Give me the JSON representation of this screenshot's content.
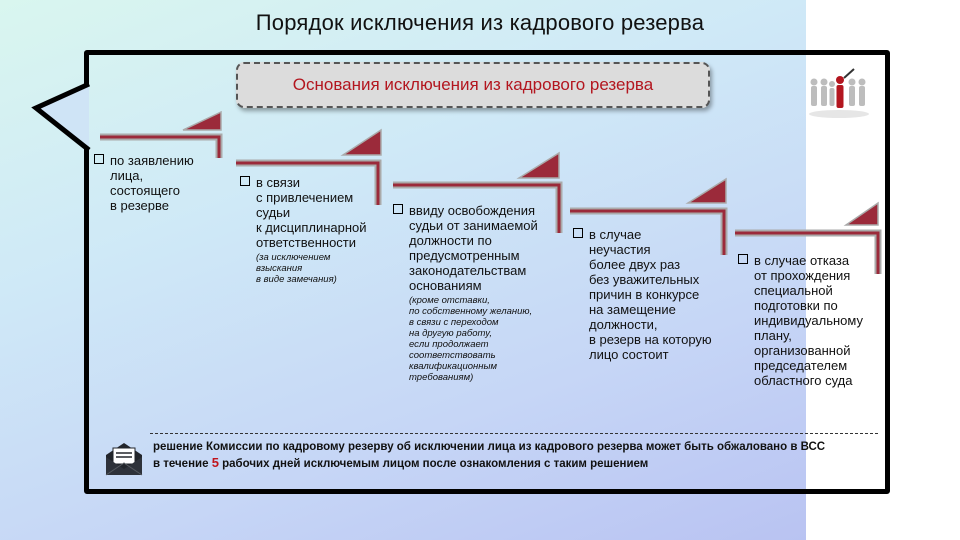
{
  "title": "Порядок исключения из кадрового резерва",
  "banner": "Основания исключения из кадрового резерва",
  "steps": [
    {
      "lines": [
        "по заявлению",
        "лица,",
        "состоящего",
        "в резерве"
      ],
      "note": ""
    },
    {
      "lines": [
        "в связи",
        "с привлечением",
        "судьи",
        "к дисциплинарной",
        "ответственности"
      ],
      "note_lines": [
        "(за исключением",
        "взыскания",
        "в виде замечания)"
      ]
    },
    {
      "lines": [
        "ввиду освобождения",
        "судьи от занимаемой",
        "должности по",
        "предусмотренным",
        "законодательствам",
        "основаниям"
      ],
      "note_lines": [
        "(кроме отставки,",
        "по собственному желанию,",
        "в связи с переходом",
        "на другую работу,",
        "если продолжает",
        "соответствовать",
        "квалификационным",
        "требованиям)"
      ]
    },
    {
      "lines": [
        "в случае",
        "неучастия",
        "более двух раз",
        "без уважительных",
        "причин в конкурсе",
        "на замещение",
        "должности,",
        "в резерв на которую",
        "лицо состоит"
      ]
    },
    {
      "lines": [
        "в случае отказа",
        "от прохождения",
        "специальной",
        "подготовки по",
        "индивидуальному",
        "плану,",
        "организованной",
        "председателем",
        "областного суда"
      ]
    }
  ],
  "bottom": {
    "line1": "решение Комиссии по кадровому резерву об исключении лица из кадрового резерва может быть обжаловано в ВСС",
    "line2_before": "в течение ",
    "line2_number": "5",
    "line2_after": " рабочих дней исключемым лицом после ознакомления с таким решением"
  },
  "icons": {
    "mail": "envelope-icon",
    "people": "people-group-icon"
  },
  "colors": {
    "arrow": "#9b2a3a",
    "banner_text": "#b3161f",
    "frame": "#000000"
  }
}
